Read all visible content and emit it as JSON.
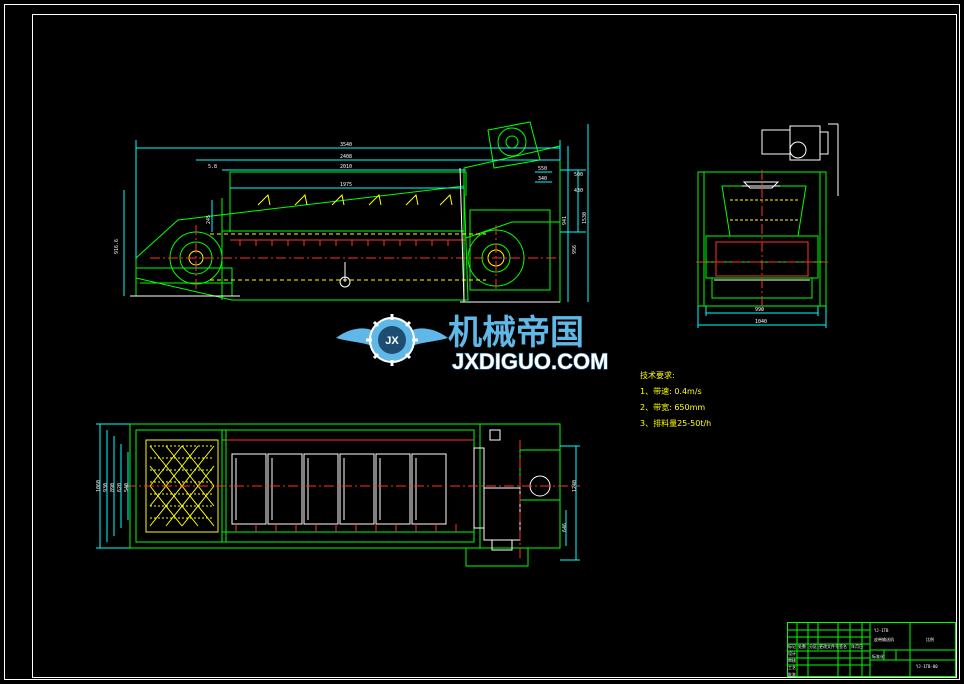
{
  "colors": {
    "background": "#000000",
    "frame": "#ffffff",
    "outline": "#00ff00",
    "center_line": "#ff3030",
    "hidden": "#ffff00",
    "dimension": "#00ffff",
    "part": "#ffffff",
    "watermark": "#5fb8e8"
  },
  "dimensions": {
    "side_view": {
      "overall": "3540",
      "upper": "2408",
      "mid": "2010",
      "inner": "1975",
      "left_short": "5.8",
      "height_left": "916.6",
      "small_left": "245",
      "right_1": "1530",
      "right_2": "941",
      "right_3": "956",
      "right_top": "500",
      "right_mid": "430",
      "right_a": "550",
      "right_b": "340"
    },
    "end_view": {
      "inner_width": "990",
      "outer_width": "1040"
    },
    "plan_view": {
      "w1": "1060",
      "w2": "930",
      "w3": "890",
      "w4": "620",
      "w5": "540",
      "right_h": "1240",
      "right_small": "646"
    }
  },
  "technical_requirements": {
    "title": "技术要求:",
    "items": [
      "1、带速: 0.4m/s",
      "2、带宽: 650mm",
      "3、排料量25-50t/h"
    ]
  },
  "watermark": {
    "logo_text": "JX",
    "name": "机械帝国",
    "url": "JXDIGUO.COM"
  },
  "title_block": {
    "drawing_no": "YJ-1TB",
    "part_name": "皮带输送机",
    "ratio": "比例",
    "code": "YJ-1TB-00",
    "cells": [
      "标记",
      "处数",
      "分区",
      "更改文件号",
      "签名",
      "年月日",
      "设计",
      "审核",
      "工艺",
      "标准化",
      "批准"
    ]
  }
}
